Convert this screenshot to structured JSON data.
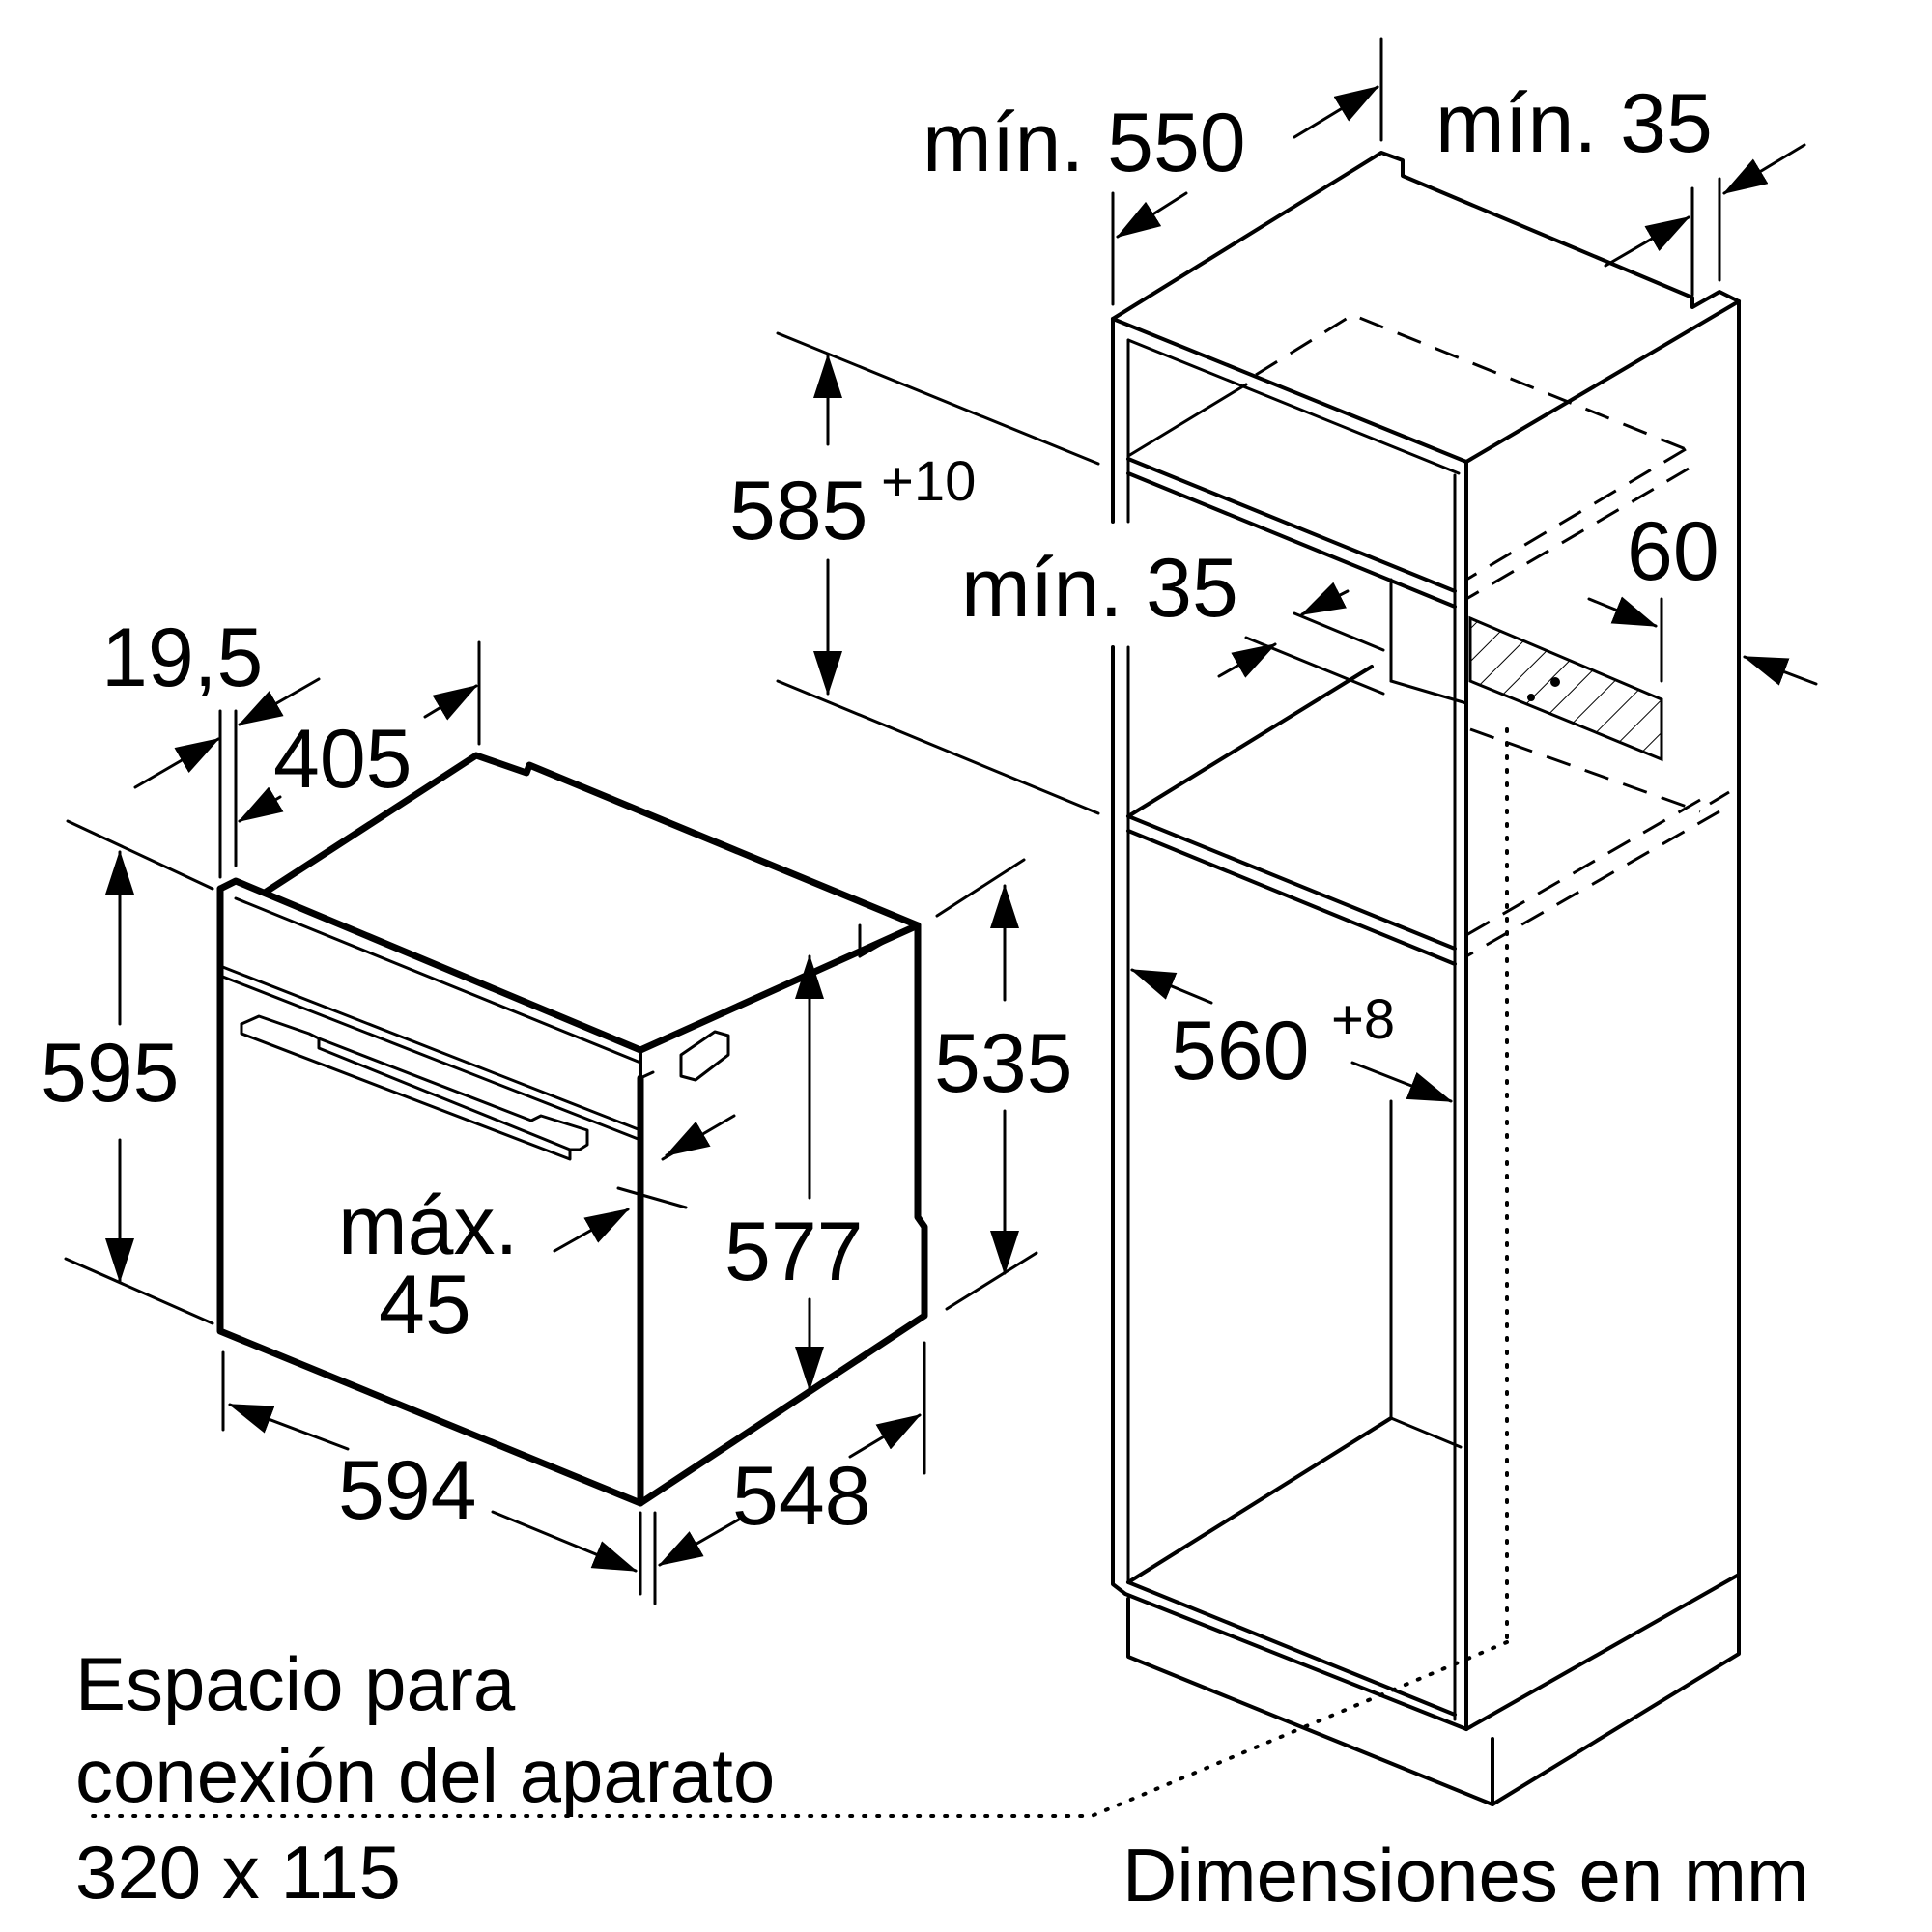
{
  "oven": {
    "dim_19_5": "19,5",
    "dim_405": "405",
    "dim_595": "595",
    "dim_535": "535",
    "dim_577": "577",
    "dim_max45_line1": "máx.",
    "dim_max45_line2": "45",
    "dim_594": "594",
    "dim_548": "548"
  },
  "cabinet": {
    "dim_min550": "mín. 550",
    "dim_min35_top": "mín. 35",
    "dim_585": "585",
    "dim_585_tol": "+10",
    "dim_min35_mid": "mín. 35",
    "dim_60": "60",
    "dim_560": "560",
    "dim_560_tol": "+8"
  },
  "note": {
    "line1": "Espacio para",
    "line2": "conexión del aparato",
    "line3": "320 x 115"
  },
  "units_label": "Dimensiones en mm"
}
